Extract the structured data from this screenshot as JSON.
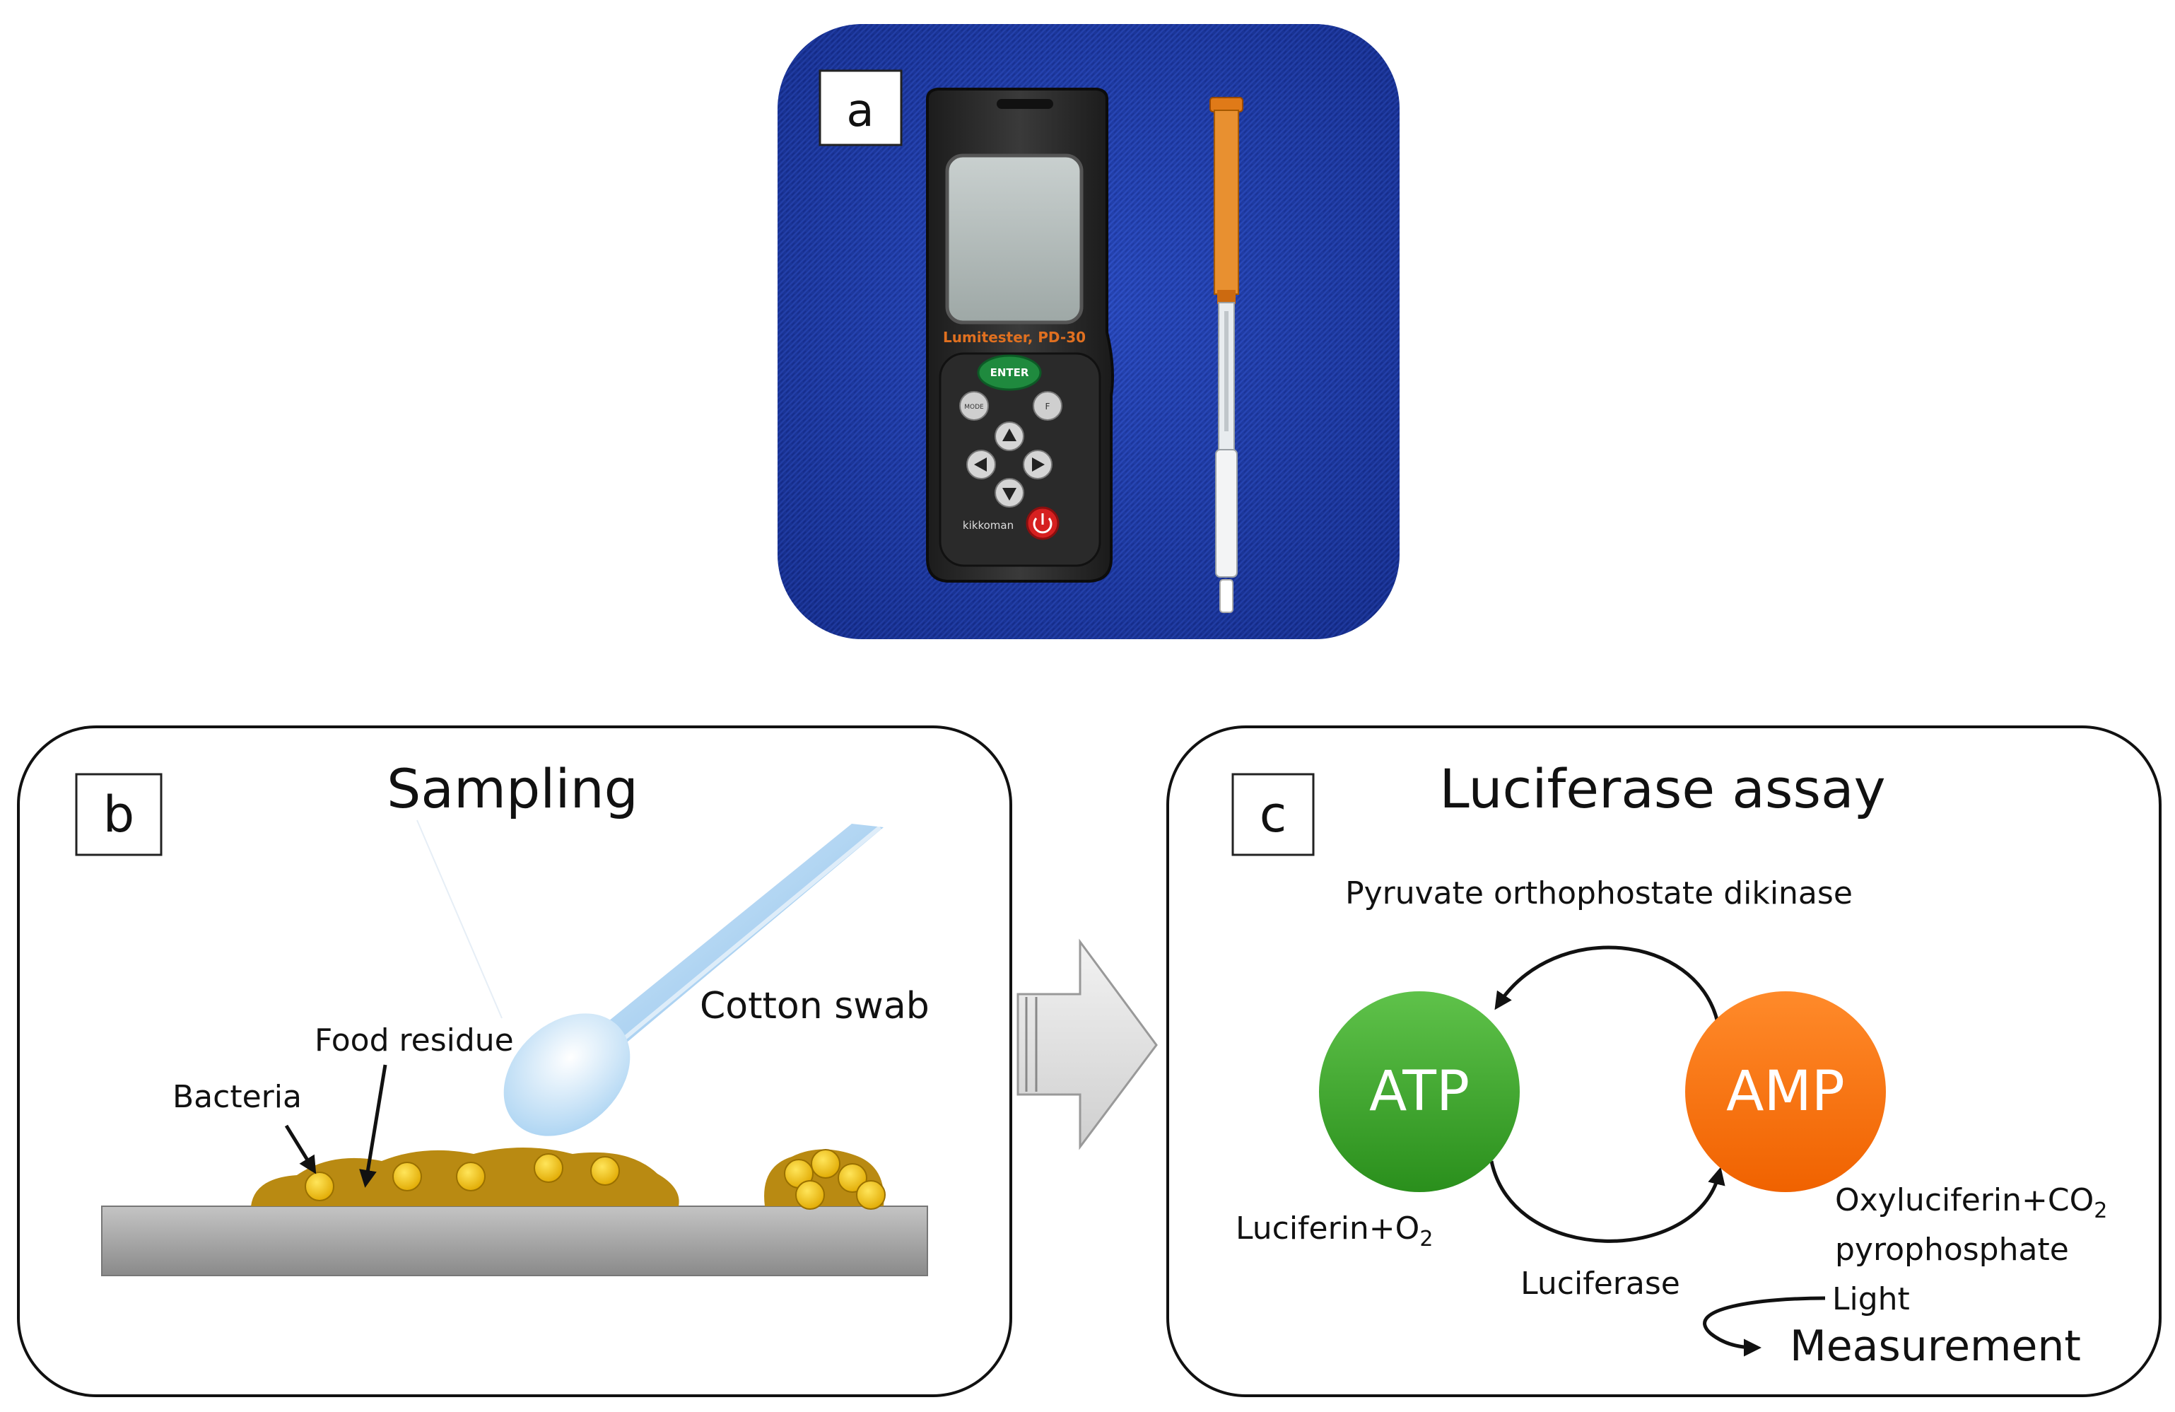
{
  "panel_a": {
    "label": "a",
    "device": {
      "screen_label": "Lumitester, PD-30",
      "enter_key": "ENTER",
      "mode_key": "MODE",
      "f_key": "F",
      "brand": "kikkoman"
    }
  },
  "panel_b": {
    "label": "b",
    "title": "Sampling",
    "labels": {
      "cotton_swab": "Cotton swab",
      "food_residue": "Food residue",
      "bacteria": "Bacteria"
    }
  },
  "panel_c": {
    "label": "c",
    "title": "Luciferase assay",
    "nodes": {
      "atp": {
        "label": "ATP",
        "color": "#3a9f2a"
      },
      "amp": {
        "label": "AMP",
        "color": "#ff6a00"
      }
    },
    "enzyme_top": "Pyruvate orthophostate dikinase",
    "enzyme_bottom": "Luciferase",
    "substrate": {
      "text": "Luciferin+O",
      "sub": "2"
    },
    "products": {
      "line1_text": "Oxyluciferin+CO",
      "line1_sub": "2",
      "line2": "pyrophosphate"
    },
    "light": "Light",
    "measurement": "Measurement"
  },
  "colors": {
    "blue_background": "#1b3aa0",
    "food_residue": "#b98a12",
    "bacteria": "#f5c200",
    "surface": "#b5b5b5",
    "arrow_fill": "#e6e6e6"
  }
}
